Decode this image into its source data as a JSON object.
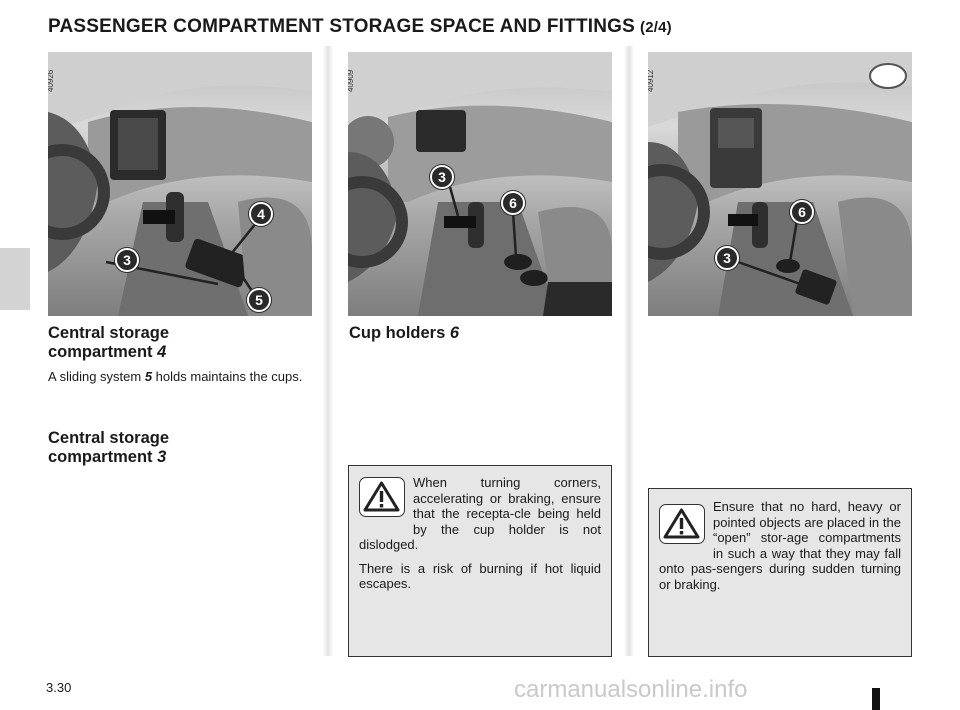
{
  "header": {
    "title": "PASSENGER COMPARTMENT STORAGE SPACE AND FITTINGS",
    "part": "(2/4)"
  },
  "photos": [
    {
      "ref": "40926",
      "callouts": [
        "4",
        "3",
        "5"
      ]
    },
    {
      "ref": "40909",
      "callouts": [
        "3",
        "6"
      ]
    },
    {
      "ref": "40912",
      "callouts": [
        "6",
        "3"
      ]
    }
  ],
  "sections": {
    "central_storage_4": {
      "title": "Central storage compartment",
      "number": "4",
      "text_before": "A sliding system ",
      "ref": "5",
      "text_after": " holds maintains the cups."
    },
    "central_storage_3": {
      "title": "Central storage compartment",
      "number": "3"
    },
    "cup_holders": {
      "title": "Cup holders",
      "number": "6"
    }
  },
  "warnings": [
    {
      "icon": "warning-triangle-icon",
      "lines": [
        "When turning corners, accelerating or braking, ensure that the recepta-cle being held by the cup holder is not dislodged.",
        "There is a risk of burning if hot liquid escapes."
      ]
    },
    {
      "icon": "warning-triangle-icon",
      "lines": [
        "Ensure that no hard, heavy or pointed objects are placed in the “open” stor-age compartments in such a way that they may fall onto pas-sengers during sudden turning or braking."
      ]
    }
  ],
  "footer": {
    "page_number": "3.30",
    "watermark": "carmanualsonline.info"
  }
}
